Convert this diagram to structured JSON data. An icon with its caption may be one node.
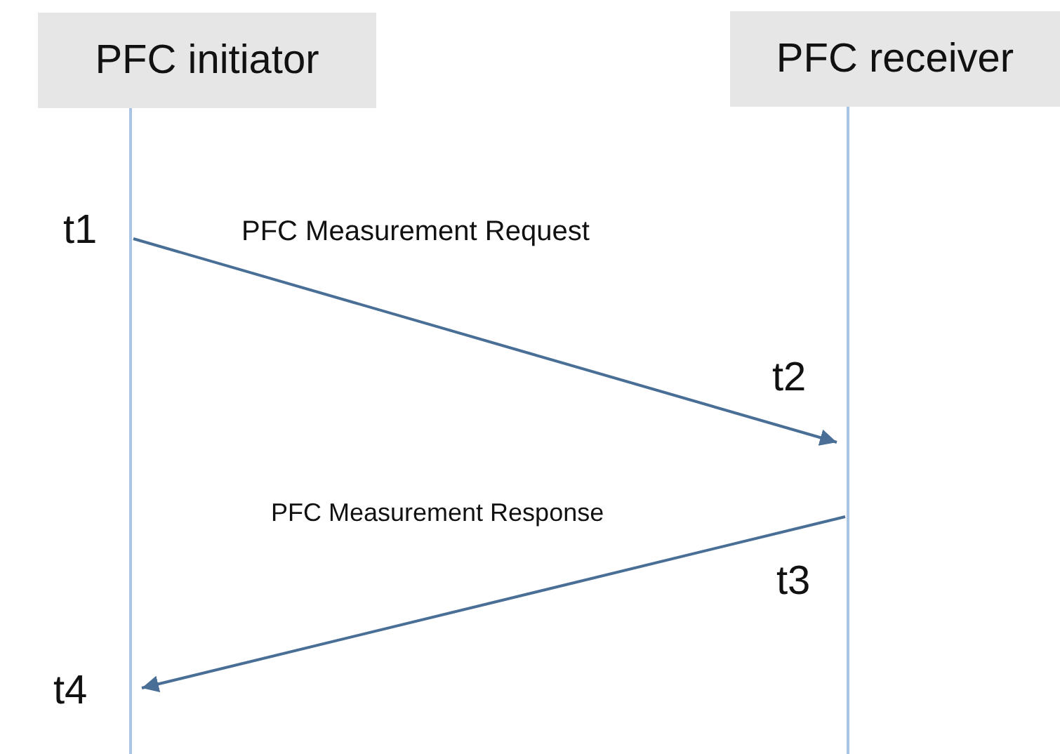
{
  "diagram": {
    "nodes": [
      {
        "text": [
          "PFC initiator"
        ]
      },
      {
        "text": [
          "PFC receiver"
        ]
      }
    ],
    "edges": [
      {
        "from": 0,
        "to": 1,
        "arrow": "to",
        "label": "PFC Measurement Request"
      },
      {
        "from": 1,
        "to": 0,
        "arrow": "to",
        "label": "PFC Measurement Response"
      }
    ],
    "labels": [
      "t1",
      "t2",
      "t3",
      "t4"
    ]
  }
}
